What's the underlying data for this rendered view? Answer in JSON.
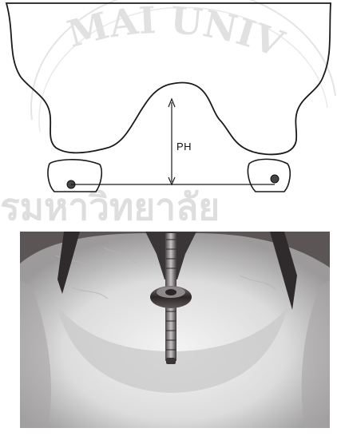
{
  "diagram": {
    "label_ph": "PH"
  },
  "watermark": {
    "arc_text": "MAI UNIV",
    "thai_text": "รมหาวิทยาลัย"
  },
  "colors": {
    "line": "#1a1a1a",
    "watermark": "#c9c9c9",
    "photo_bg": "#5b5556"
  }
}
